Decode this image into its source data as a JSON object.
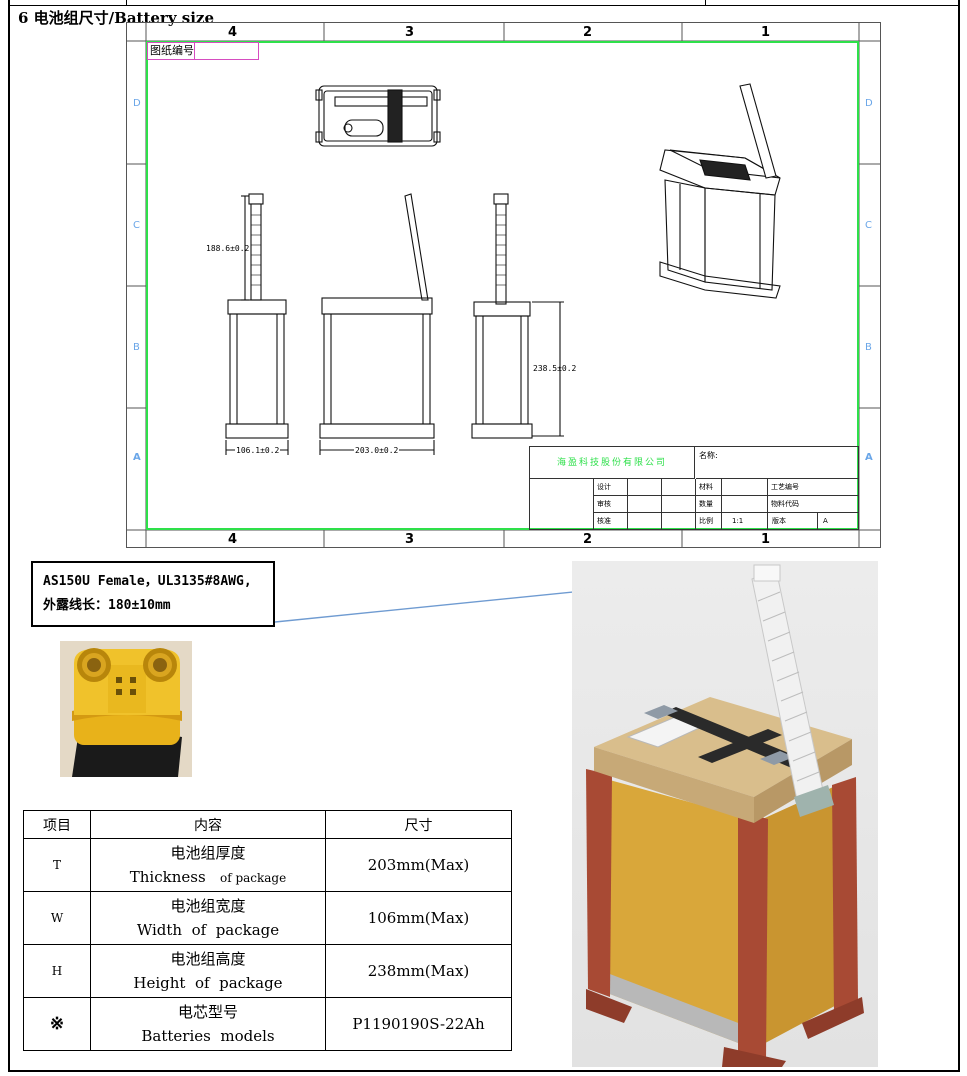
{
  "section_title": "6  电池组尺寸/Battery size",
  "drawing": {
    "zone_columns": [
      "4",
      "3",
      "2",
      "1"
    ],
    "zone_rows": [
      "D",
      "C",
      "B",
      "A"
    ],
    "drawing_number_label": "图纸编号",
    "dimensions": {
      "cable_length": "188.6±0.2",
      "height": "238.5±0.2",
      "width": "106.1±0.2",
      "thickness": "203.0±0.2"
    },
    "title_block": {
      "company": "海盈科技股份有限公司",
      "name_label": "名称:",
      "design_label": "设计",
      "review_label": "审核",
      "approve_label": "核准",
      "material_label": "材料",
      "quantity_label": "数量",
      "scale_label": "比例",
      "scale_value": "1:1",
      "process_no_label": "工艺编号",
      "material_code_label": "物料代码",
      "version_label": "版本",
      "version_value": "A"
    }
  },
  "callout": {
    "line1": "AS150U Female，UL3135#8AWG,",
    "line2": "外露线长：180±10mm"
  },
  "table": {
    "headers": [
      "项目",
      "内容",
      "尺寸"
    ],
    "rows": [
      {
        "item": "T",
        "cn": "电池组厚度",
        "en_main": "Thickness",
        "en_small": "of package",
        "size": "203mm(Max)"
      },
      {
        "item": "W",
        "cn": "电池组宽度",
        "en_main": "Width  of  package",
        "en_small": "",
        "size": "106mm(Max)"
      },
      {
        "item": "H",
        "cn": "电池组高度",
        "en_main": "Height  of  package",
        "en_small": "",
        "size": "238mm(Max)"
      },
      {
        "item": "※",
        "cn": "电芯型号",
        "en_main": "Batteries  models",
        "en_small": "",
        "size": "P1190190S-22Ah"
      }
    ]
  },
  "colors": {
    "frame_green": "#2ee04a",
    "zone_blue": "#6aa6e8",
    "pink": "#d64dc0",
    "callout_arrow": "#6f9bd1",
    "battery_gold": "#d9a73a",
    "battery_red": "#a84a34",
    "cap_beige": "#d9be8c"
  }
}
